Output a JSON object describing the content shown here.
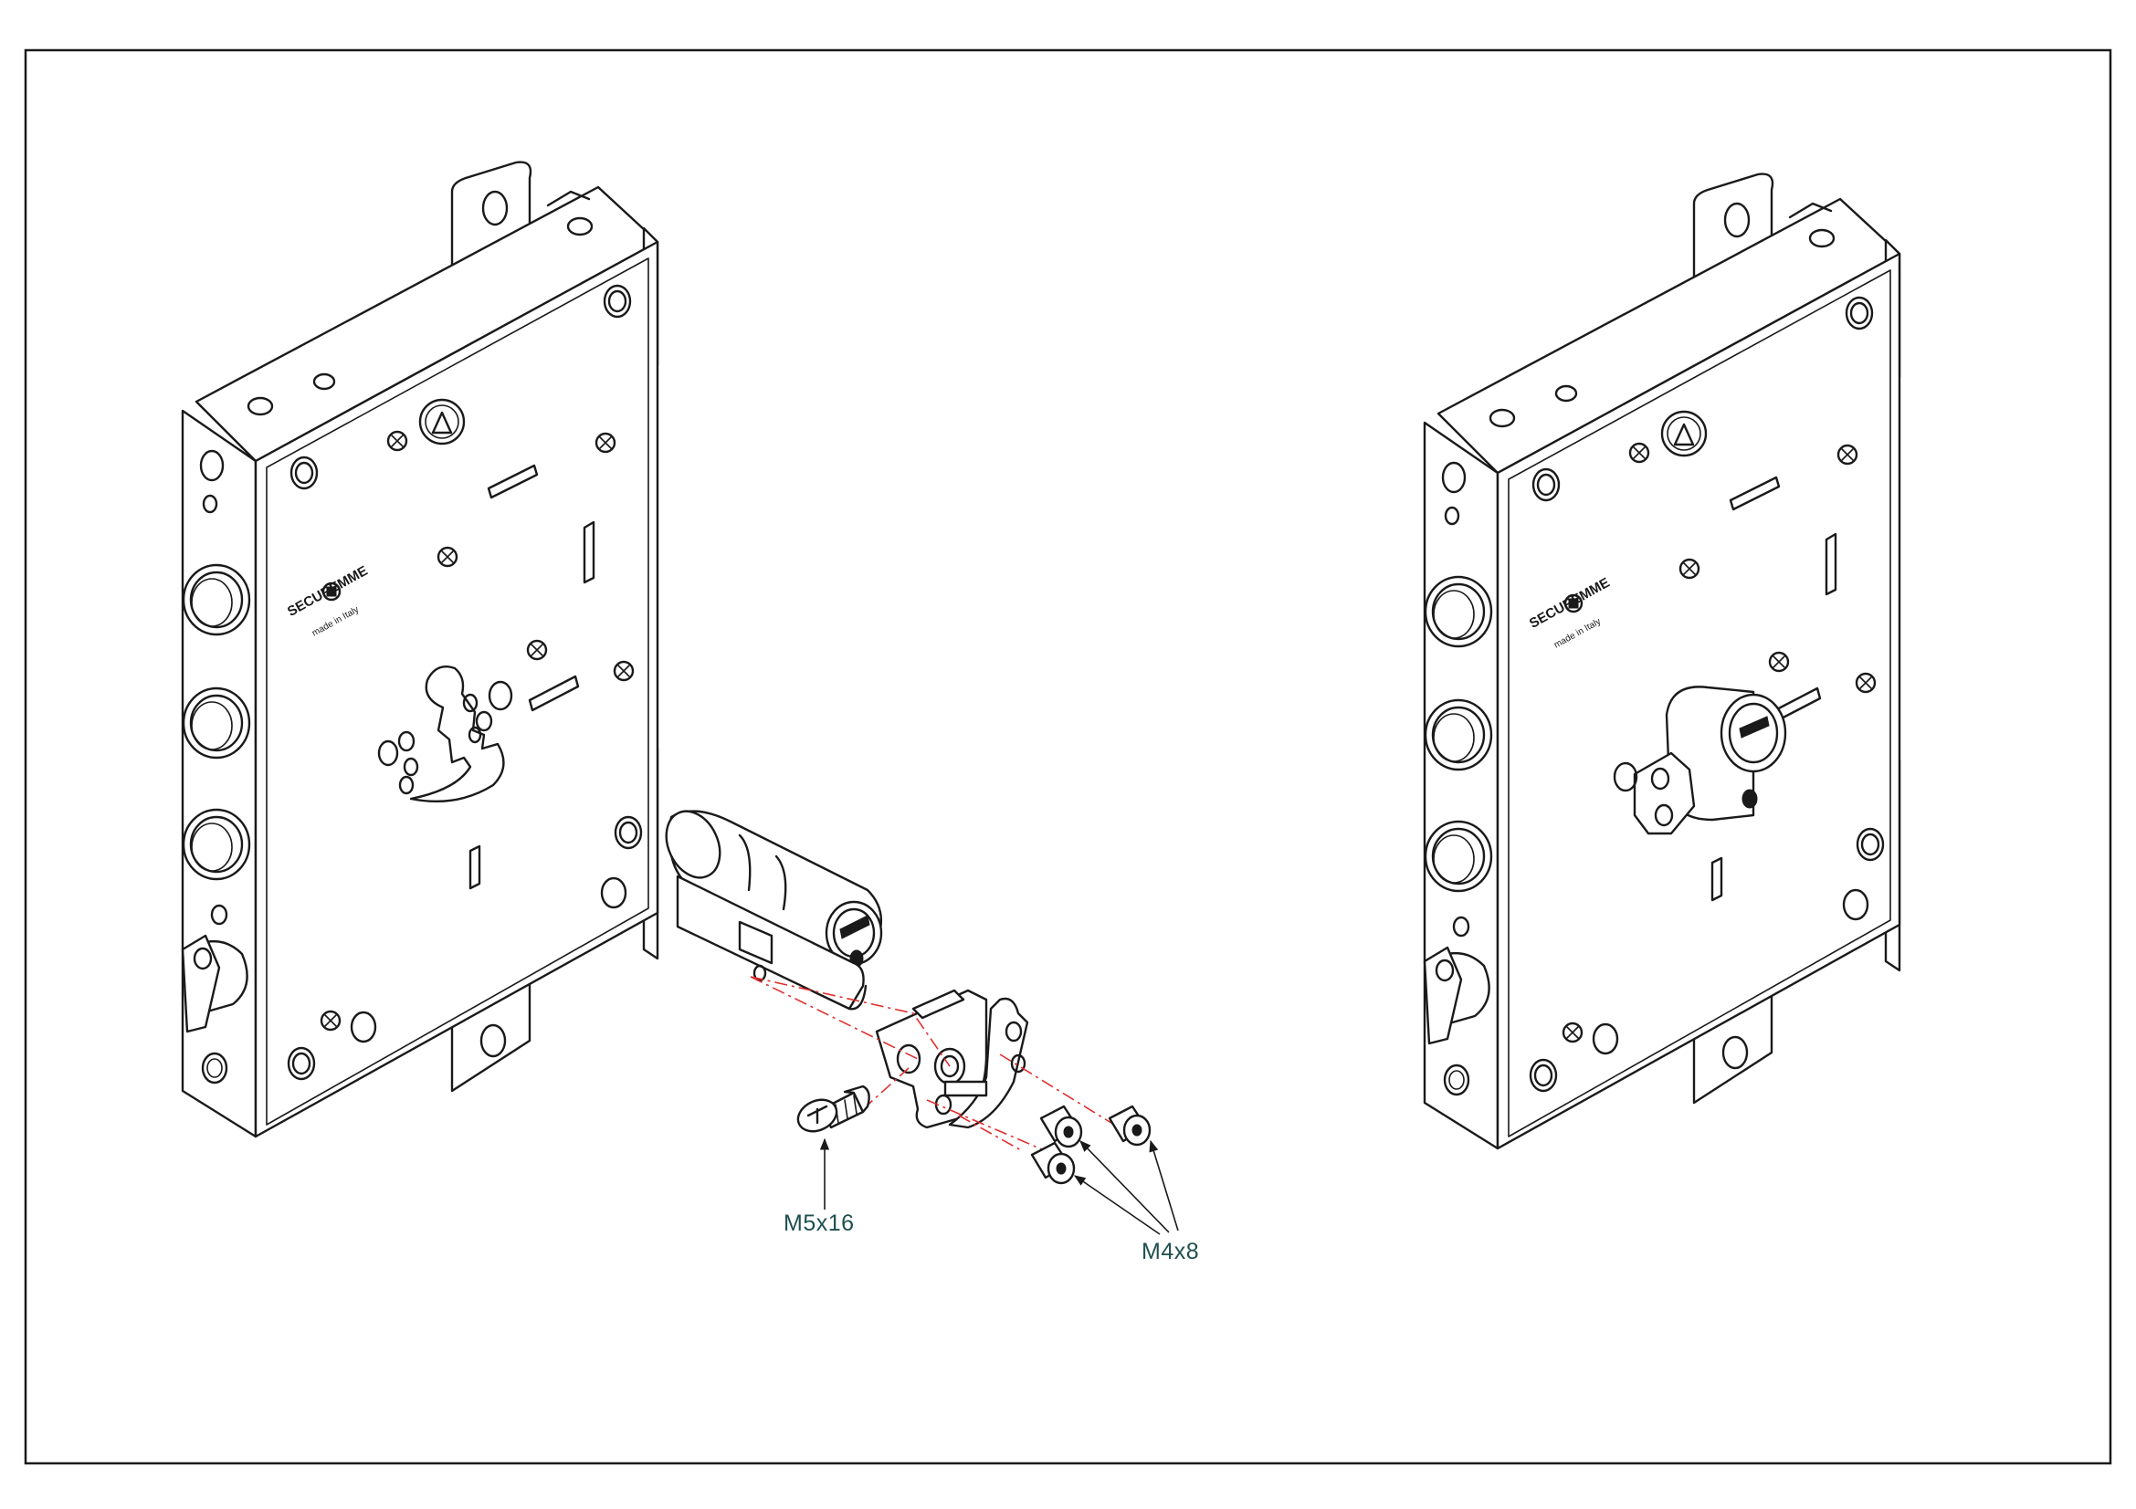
{
  "brand": {
    "name": "SECUREMME",
    "tagline": "made in Italy"
  },
  "labels": {
    "screw_m5": "M5x16",
    "screw_m4": "M4x8"
  },
  "colors": {
    "line": "#1a1a1a",
    "label_text": "#1f4f4f",
    "axis_dash": "#e03030",
    "frame": "#1a1a1a"
  }
}
